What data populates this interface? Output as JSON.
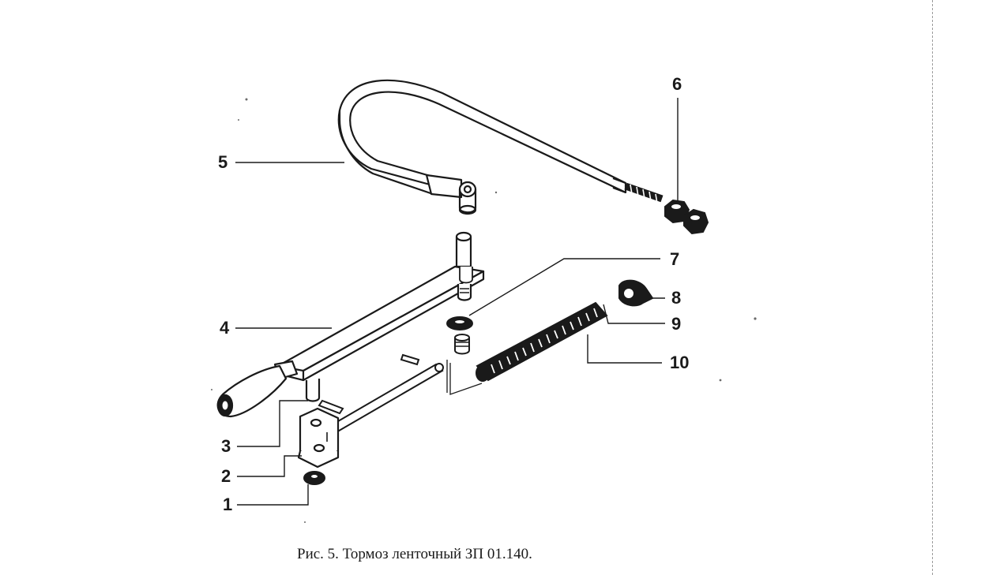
{
  "figure": {
    "caption": "Рис. 5. Тормоз ленточный ЗП 01.140.",
    "callouts": [
      {
        "id": "1",
        "label": "1"
      },
      {
        "id": "2",
        "label": "2"
      },
      {
        "id": "3",
        "label": "3"
      },
      {
        "id": "4",
        "label": "4"
      },
      {
        "id": "5",
        "label": "5"
      },
      {
        "id": "6",
        "label": "6"
      },
      {
        "id": "7",
        "label": "7"
      },
      {
        "id": "8",
        "label": "8"
      },
      {
        "id": "9",
        "label": "9"
      },
      {
        "id": "10",
        "label": "10"
      }
    ]
  },
  "colors": {
    "ink": "#1a1a1a",
    "paper": "#ffffff"
  }
}
